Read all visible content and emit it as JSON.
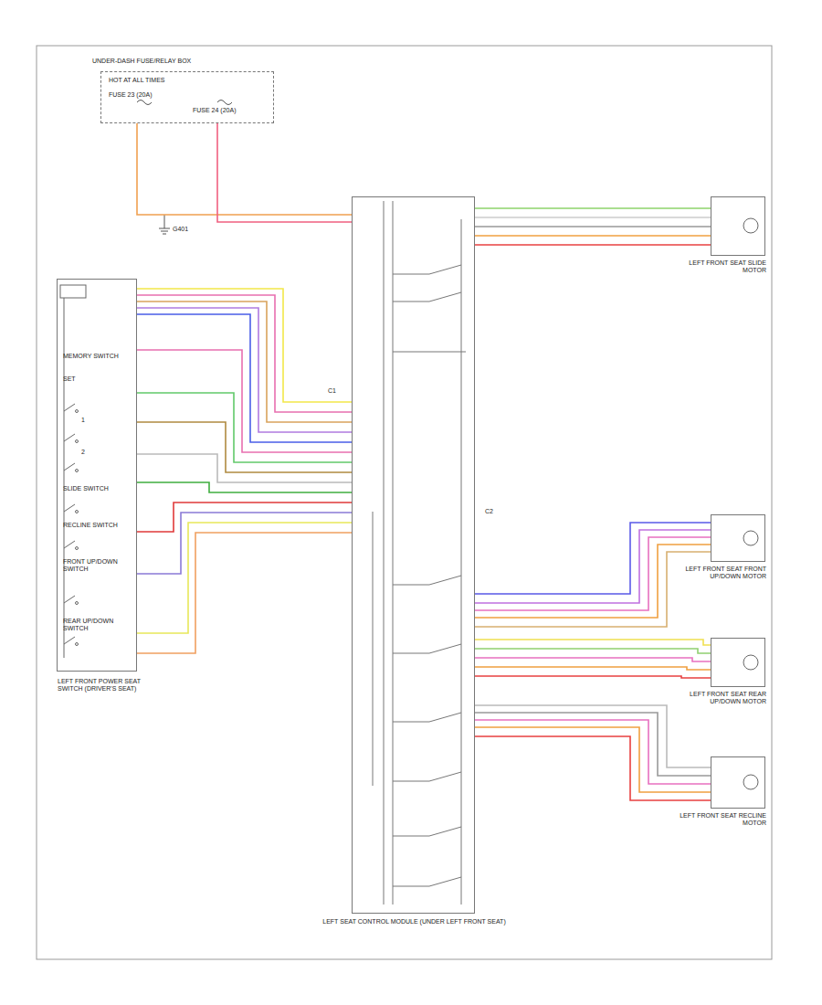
{
  "diagram": {
    "nodes": [
      {
        "text": [
          "UNDER-DASH FUSE/RELAY BOX",
          "HOT AT ALL TIMES",
          "FUSE 23 (20A)",
          "FUSE 24 (20A)"
        ]
      },
      {
        "text": [
          "MEMORY SWITCH",
          "SET",
          "1",
          "2",
          "SLIDE SWITCH",
          "RECLINE SWITCH",
          "FRONT UP/DOWN SWITCH",
          "REAR UP/DOWN SWITCH",
          "LEFT FRONT POWER SEAT SWITCH (DRIVER'S SEAT)"
        ]
      },
      {
        "text": [
          "LEFT SEAT CONTROL MODULE (UNDER LEFT FRONT SEAT)"
        ]
      },
      {
        "text": [
          "LEFT FRONT SEAT SLIDE MOTOR"
        ]
      },
      {
        "text": [
          "LEFT FRONT SEAT FRONT UP/DOWN MOTOR"
        ]
      },
      {
        "text": [
          "LEFT FRONT SEAT REAR UP/DOWN MOTOR"
        ]
      },
      {
        "text": [
          "LEFT FRONT SEAT RECLINE MOTOR"
        ]
      }
    ],
    "edges": [
      {
        "from": 0,
        "to": 2,
        "arrow": "none"
      },
      {
        "from": 0,
        "to": 2,
        "arrow": "none"
      },
      {
        "from": 1,
        "to": 2,
        "arrow": "none"
      },
      {
        "from": 1,
        "to": 2,
        "arrow": "none"
      },
      {
        "from": 1,
        "to": 2,
        "arrow": "none"
      },
      {
        "from": 1,
        "to": 2,
        "arrow": "none"
      },
      {
        "from": 1,
        "to": 2,
        "arrow": "none"
      },
      {
        "from": 1,
        "to": 2,
        "arrow": "none"
      },
      {
        "from": 1,
        "to": 2,
        "arrow": "none"
      },
      {
        "from": 1,
        "to": 2,
        "arrow": "none"
      },
      {
        "from": 1,
        "to": 2,
        "arrow": "none"
      },
      {
        "from": 1,
        "to": 2,
        "arrow": "none"
      },
      {
        "from": 1,
        "to": 2,
        "arrow": "none"
      },
      {
        "from": 1,
        "to": 2,
        "arrow": "none"
      },
      {
        "from": 1,
        "to": 2,
        "arrow": "none"
      },
      {
        "from": 1,
        "to": 2,
        "arrow": "none"
      },
      {
        "from": 2,
        "to": 3,
        "arrow": "none"
      },
      {
        "from": 2,
        "to": 3,
        "arrow": "none"
      },
      {
        "from": 2,
        "to": 3,
        "arrow": "none"
      },
      {
        "from": 2,
        "to": 3,
        "arrow": "none"
      },
      {
        "from": 2,
        "to": 3,
        "arrow": "none"
      },
      {
        "from": 2,
        "to": 4,
        "arrow": "none"
      },
      {
        "from": 2,
        "to": 4,
        "arrow": "none"
      },
      {
        "from": 2,
        "to": 4,
        "arrow": "none"
      },
      {
        "from": 2,
        "to": 4,
        "arrow": "none"
      },
      {
        "from": 2,
        "to": 4,
        "arrow": "none"
      },
      {
        "from": 2,
        "to": 5,
        "arrow": "none"
      },
      {
        "from": 2,
        "to": 5,
        "arrow": "none"
      },
      {
        "from": 2,
        "to": 5,
        "arrow": "none"
      },
      {
        "from": 2,
        "to": 5,
        "arrow": "none"
      },
      {
        "from": 2,
        "to": 5,
        "arrow": "none"
      },
      {
        "from": 2,
        "to": 6,
        "arrow": "none"
      },
      {
        "from": 2,
        "to": 6,
        "arrow": "none"
      },
      {
        "from": 2,
        "to": 6,
        "arrow": "none"
      },
      {
        "from": 2,
        "to": 6,
        "arrow": "none"
      },
      {
        "from": 2,
        "to": 6,
        "arrow": "none"
      }
    ],
    "labels": [
      "G401",
      "C1",
      "C2"
    ]
  }
}
